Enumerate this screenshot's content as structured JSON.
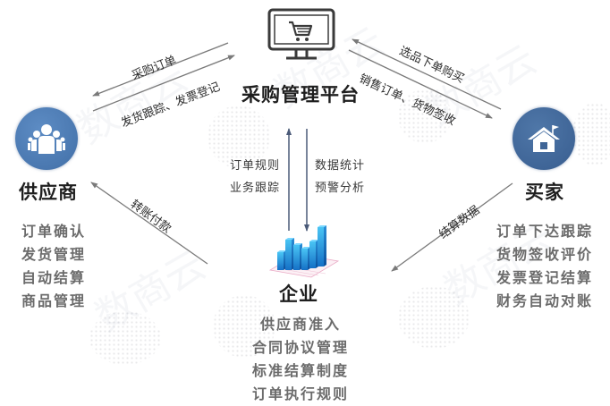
{
  "diagram": {
    "colors": {
      "circle_fill": "#4a78b0",
      "arrow": "#7a7a7a",
      "vertical_arrow": "#4a5a78",
      "title_text": "#1e1e1e",
      "list_text": "#6b6b6b",
      "chart_bar": "#2a9ae0"
    },
    "platform": {
      "icon": "monitor-cart-icon",
      "title": "采购管理平台"
    },
    "supplier": {
      "icon": "people-group-icon",
      "title": "供应商",
      "functions": [
        "订单确认",
        "发货管理",
        "自动结算",
        "商品管理"
      ]
    },
    "buyer": {
      "icon": "house-flag-icon",
      "title": "买家",
      "functions": [
        "订单下达跟踪",
        "货物签收评价",
        "发票登记结算",
        "财务自动对账"
      ]
    },
    "enterprise": {
      "icon": "bar-chart-3d-icon",
      "title": "企业",
      "functions": [
        "供应商准入",
        "合同协议管理",
        "标准结算制度",
        "订单执行规则"
      ]
    },
    "edges": {
      "platform_to_supplier": "采购订单",
      "supplier_to_platform": "发货跟踪、发票登记",
      "buyer_to_platform": "选品下单购买",
      "platform_to_buyer": "销售订单、货物签收",
      "enterprise_to_supplier": "转账付款",
      "buyer_to_enterprise": "结算数据",
      "enterprise_to_platform": [
        "订单规则",
        "业务跟踪"
      ],
      "platform_to_enterprise": [
        "数据统计",
        "预警分析"
      ]
    },
    "watermark": "数商云"
  }
}
